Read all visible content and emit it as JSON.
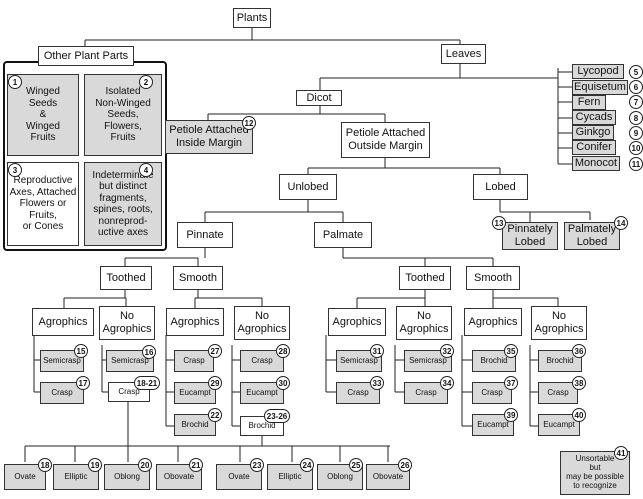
{
  "root": "Plants",
  "other_parts": {
    "title": "Other Plant Parts",
    "items": [
      {
        "label": "Winged\nSeeds\n&\nWinged\nFruits",
        "num": "1"
      },
      {
        "label": "Isolated\nNon-Winged\nSeeds,\nFlowers,\nFruits",
        "num": "2"
      },
      {
        "label": "Reproductive\nAxes, Attached\nFlowers or\nFruits,\nor Cones",
        "num": "3"
      },
      {
        "label": "Indeterminate\nbut distinct\nfragments,\nspines, roots,\nnonreprod-\nuctive axes",
        "num": "4"
      }
    ]
  },
  "leaves": "Leaves",
  "leaf_groups": [
    {
      "label": "Lycopod",
      "num": "5"
    },
    {
      "label": "Equisetum",
      "num": "6"
    },
    {
      "label": "Fern",
      "num": "7"
    },
    {
      "label": "Cycads",
      "num": "8"
    },
    {
      "label": "Ginkgo",
      "num": "9"
    },
    {
      "label": "Conifer",
      "num": "10"
    },
    {
      "label": "Monocot",
      "num": "11"
    }
  ],
  "dicot": "Dicot",
  "petiole_inside": {
    "label": "Petiole Attached\nInside Margin",
    "num": "12"
  },
  "petiole_outside": "Petiole Attached\nOutside Margin",
  "unlobed": "Unlobed",
  "lobed": "Lobed",
  "pinnately_lobed": {
    "label": "Pinnately\nLobed",
    "num": "13"
  },
  "palmately_lobed": {
    "label": "Palmately\nLobed",
    "num": "14"
  },
  "pinnate": "Pinnate",
  "palmate": "Palmate",
  "toothed": "Toothed",
  "smooth": "Smooth",
  "agrophics": "Agrophics",
  "no_agrophics": "No\nAgrophics",
  "leaf_types": {
    "semicrasp": "Semicrasp",
    "crasp": "Crasp",
    "eucampt": "Eucampt",
    "brochid": "Brochid"
  },
  "nums": {
    "n15": "15",
    "n16": "16",
    "n17": "17",
    "n18_21": "18-21",
    "n27": "27",
    "n28": "28",
    "n29": "29",
    "n30": "30",
    "n22": "22",
    "n23_26": "23-26",
    "n31": "31",
    "n32": "32",
    "n33": "33",
    "n34": "34",
    "n35": "35",
    "n36": "36",
    "n37": "37",
    "n38": "38",
    "n39": "39",
    "n40": "40"
  },
  "shapes_left": [
    {
      "label": "Ovate",
      "num": "18"
    },
    {
      "label": "Elliptic",
      "num": "19"
    },
    {
      "label": "Oblong",
      "num": "20"
    },
    {
      "label": "Obovate",
      "num": "21"
    }
  ],
  "shapes_right": [
    {
      "label": "Ovate",
      "num": "23"
    },
    {
      "label": "Elliptic",
      "num": "24"
    },
    {
      "label": "Oblong",
      "num": "25"
    },
    {
      "label": "Obovate",
      "num": "26"
    }
  ],
  "unsortable": {
    "label": "Unsortable\nbut\nmay be possible\nto recognize",
    "num": "41"
  }
}
